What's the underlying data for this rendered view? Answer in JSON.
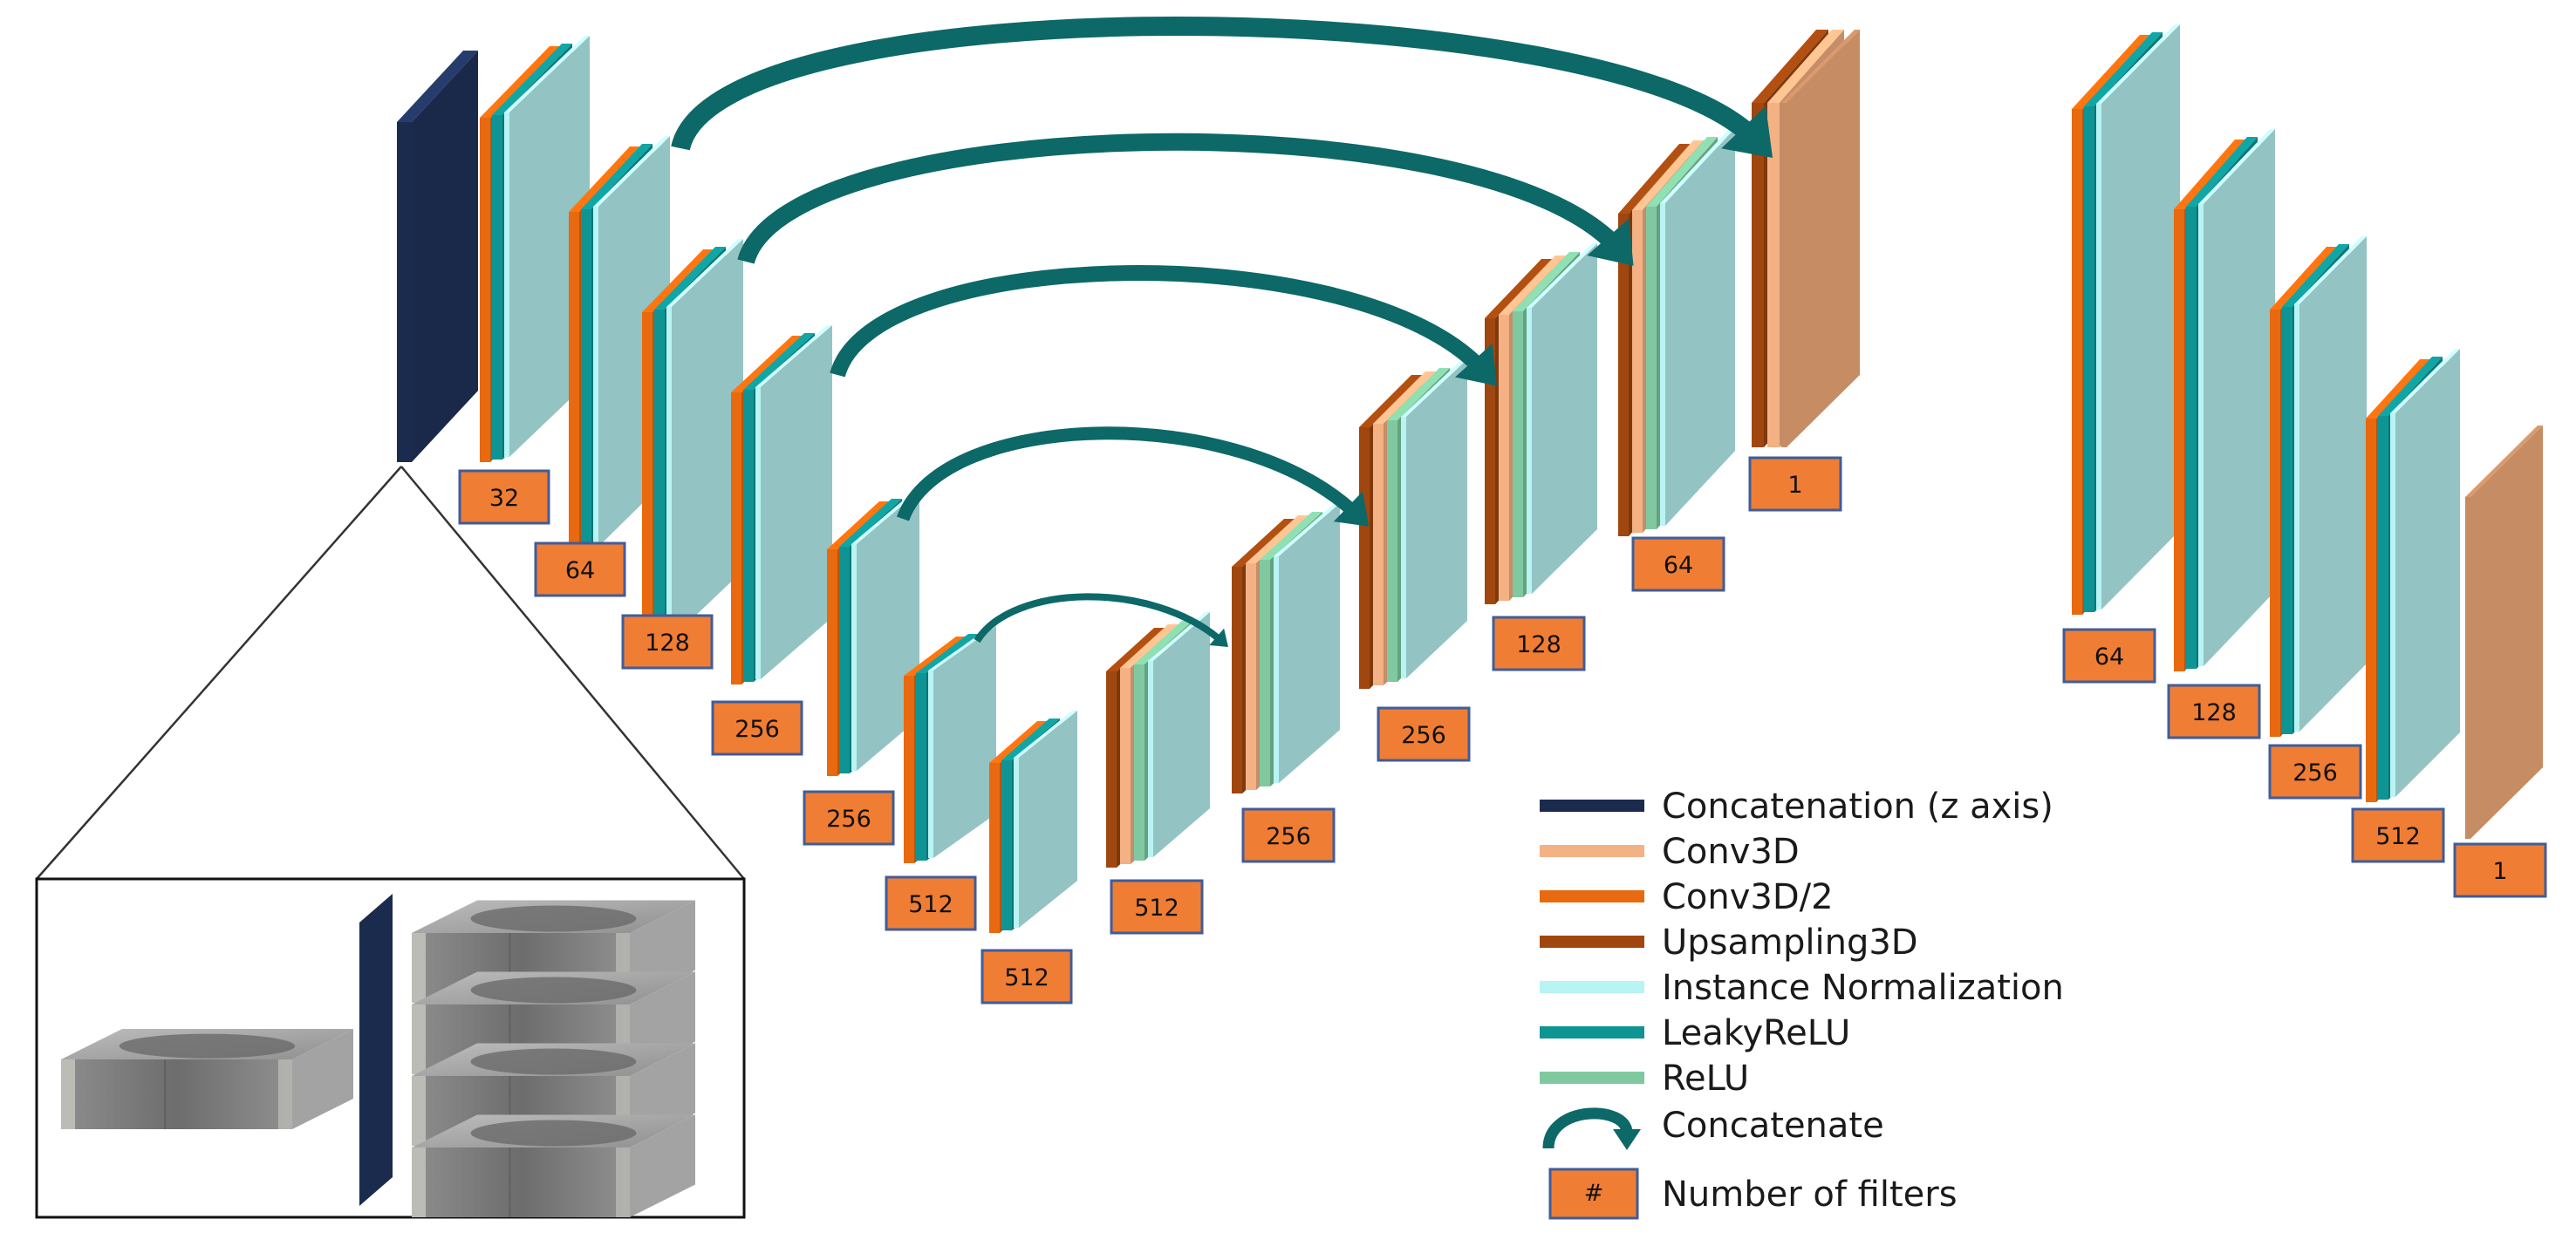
{
  "colors": {
    "concat_z": "#1b2b4d",
    "conv3d": "#f4b183",
    "conv3d_2": "#e8690f",
    "upsampling3d": "#a0470f",
    "instance_norm": "#b9f4f4",
    "leaky_relu": "#0f9494",
    "relu": "#80c9a0",
    "concatenate_arrow": "#0d6868",
    "filter_box": "#ef7d34",
    "filter_box_border": "#3f5d9a",
    "output_layer": "#c68c63"
  },
  "legend": [
    {
      "key": "concat_z",
      "label": "Concatenation (z axis)"
    },
    {
      "key": "conv3d",
      "label": "Conv3D"
    },
    {
      "key": "conv3d_2",
      "label": "Conv3D/2"
    },
    {
      "key": "upsampling3d",
      "label": "Upsampling3D"
    },
    {
      "key": "instance_norm",
      "label": "Instance Normalization"
    },
    {
      "key": "leaky_relu",
      "label": "LeakyReLU"
    },
    {
      "key": "relu",
      "label": "ReLU"
    }
  ],
  "legend_concatenate": {
    "label": "Concatenate",
    "icon": "curved-arrow-icon"
  },
  "legend_filters": {
    "symbol": "#",
    "label": "Number of filters"
  },
  "generator": {
    "encoder_filters": [
      "32",
      "64",
      "128",
      "256",
      "256",
      "512",
      "512"
    ],
    "decoder_filters": [
      "512",
      "256",
      "256",
      "128",
      "64",
      "1"
    ]
  },
  "discriminator": {
    "filters": [
      "64",
      "128",
      "256",
      "512",
      "1"
    ]
  },
  "inset": {
    "description_icon": "volume-slices-icon"
  }
}
